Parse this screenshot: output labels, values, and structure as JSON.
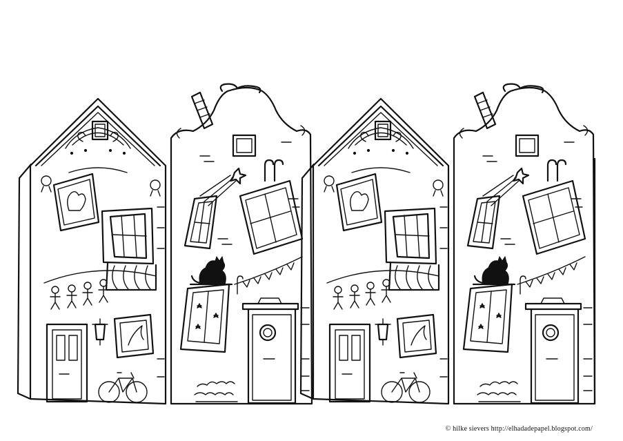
{
  "credit": {
    "text": "© hilke sievers   http://elhadadepapel.blogspot.com/"
  },
  "colors": {
    "ink": "#111111",
    "paper": "#ffffff"
  },
  "scene": {
    "houses": [
      "gabled-house-with-balcony",
      "bell-gable-house-with-cat",
      "gabled-house-with-balcony",
      "bell-gable-house-with-cat"
    ]
  }
}
